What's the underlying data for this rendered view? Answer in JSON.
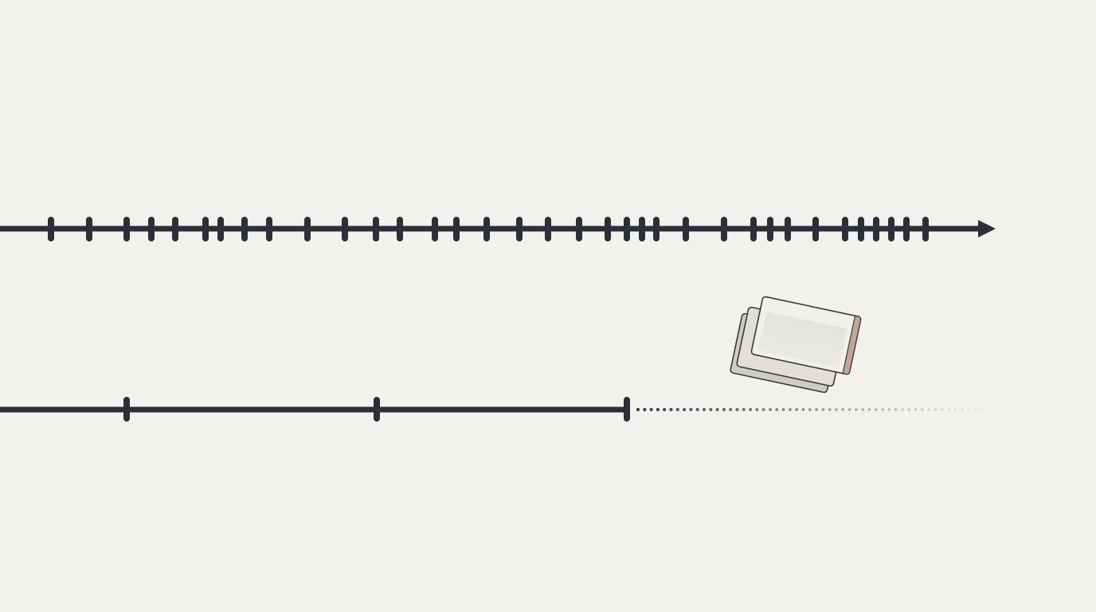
{
  "colors": {
    "background": "#f2f1ed",
    "line": "#2c2f38",
    "card_border": "#3a3a3e",
    "card_fill_front": "#f1f0ec",
    "card_fill_back": "#cfcbc8",
    "card_accent": "#c2a59a",
    "motion_streak": "#6a6a6e"
  },
  "top_timeline": {
    "has_arrowhead": true,
    "tick_count": 38
  },
  "bottom_timeline": {
    "tick_count": 3,
    "continues_dotted": true
  },
  "card_stack": {
    "card_count": 3
  }
}
